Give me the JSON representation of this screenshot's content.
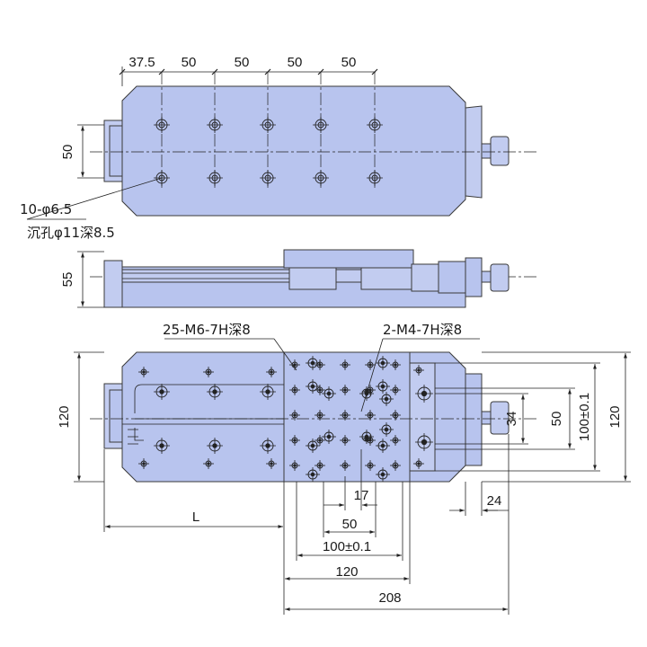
{
  "top_view": {
    "pitch_labels": [
      "37.5",
      "50",
      "50",
      "50",
      "50"
    ],
    "height_dim": "50",
    "hole_callout": "10-φ6.5",
    "counterbore_callout": "沉孔φ11深8.5"
  },
  "side_view": {
    "height_dim": "55"
  },
  "bottom_view": {
    "m6_callout": "25-M6-7H深8",
    "m4_callout": "2-M4-7H深8",
    "left_height_dim": "120",
    "right_dims": [
      "34",
      "50",
      "100±0.1",
      "120"
    ],
    "right_offset_dim": "24",
    "stroke_label": "L",
    "bottom_dims": [
      "17",
      "50",
      "100±0.1",
      "120",
      "208"
    ]
  }
}
